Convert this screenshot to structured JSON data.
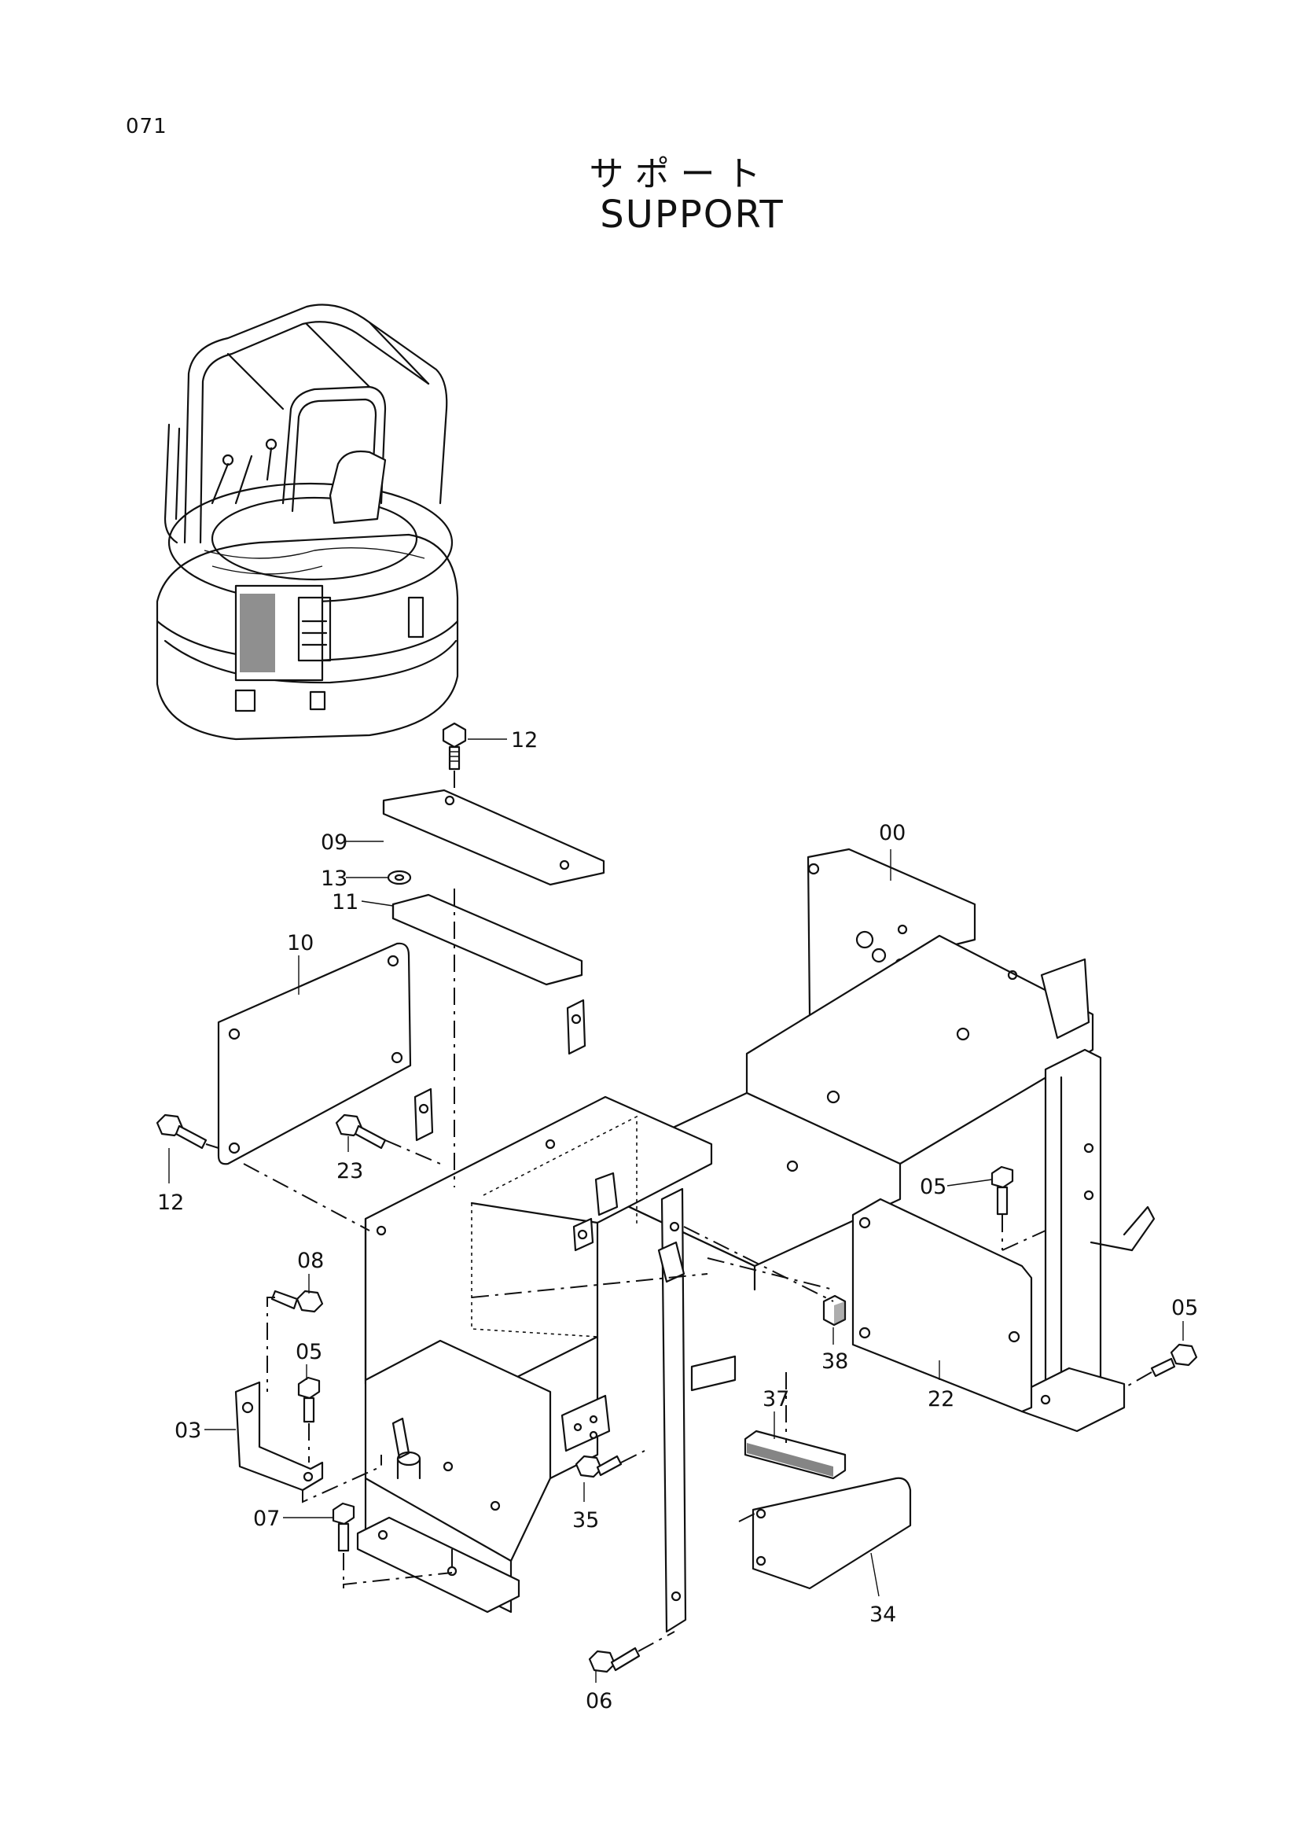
{
  "page_number": "071",
  "title_jp": "サポート",
  "title_en": "SUPPORT",
  "callouts": [
    {
      "id": "c-12-top",
      "text": "12"
    },
    {
      "id": "c-09",
      "text": "09"
    },
    {
      "id": "c-13",
      "text": "13"
    },
    {
      "id": "c-11",
      "text": "11"
    },
    {
      "id": "c-10",
      "text": "10"
    },
    {
      "id": "c-00",
      "text": "00"
    },
    {
      "id": "c-12-left",
      "text": "12"
    },
    {
      "id": "c-23",
      "text": "23"
    },
    {
      "id": "c-08",
      "text": "08"
    },
    {
      "id": "c-05-left",
      "text": "05"
    },
    {
      "id": "c-03",
      "text": "03"
    },
    {
      "id": "c-07",
      "text": "07"
    },
    {
      "id": "c-35",
      "text": "35"
    },
    {
      "id": "c-06",
      "text": "06"
    },
    {
      "id": "c-34",
      "text": "34"
    },
    {
      "id": "c-37",
      "text": "37"
    },
    {
      "id": "c-38",
      "text": "38"
    },
    {
      "id": "c-22",
      "text": "22"
    },
    {
      "id": "c-05-mid",
      "text": "05"
    },
    {
      "id": "c-05-right",
      "text": "05"
    }
  ]
}
